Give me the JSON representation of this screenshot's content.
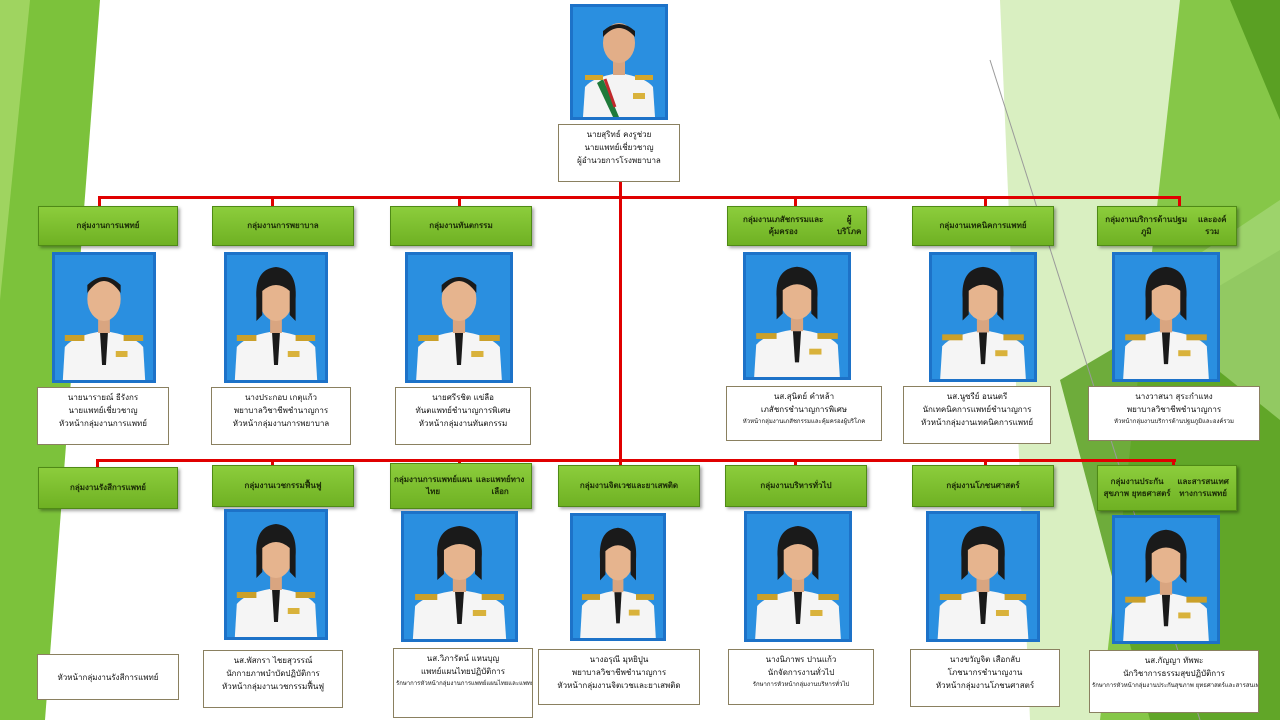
{
  "director": {
    "name": "นายสุริทธ์ คงรูช่วย",
    "position": "นายแพทย์เชี่ยวชาญ",
    "role": "ผู้อำนวยการโรงพยาบาล"
  },
  "row1": [
    {
      "dept": [
        "กลุ่มงานการแพทย์"
      ],
      "name": "นายนารายณ์ ธีรังกร",
      "position": "นายแพทย์เชี่ยวชาญ",
      "role": "หัวหน้ากลุ่มงานการแพทย์"
    },
    {
      "dept": [
        "กลุ่มงานการพยาบาล"
      ],
      "name": "นางประกอบ เกตุแก้ว",
      "position": "พยาบาลวิชาชีพชำนาญการ",
      "role": "หัวหน้ากลุ่มงานการพยาบาล"
    },
    {
      "dept": [
        "กลุ่มงานทันตกรรม"
      ],
      "name": "นายศรีรชิต แข่ลือ",
      "position": "ทันตแพทย์ชำนาญการพิเศษ",
      "role": "หัวหน้ากลุ่มงานทันตกรรม"
    },
    {
      "dept": [
        "กลุ่มงานเภสัชกรรมและคุ้มครอง",
        "ผู้บริโภค"
      ],
      "name": "นส.สุนิตย์ คำหล้า",
      "position": "เภสัชกรชำนาญการพิเศษ",
      "role": "หัวหน้ากลุ่มงานเภสัชกรรมและคุ้มครองผู้บริโภค"
    },
    {
      "dept": [
        "กลุ่มงานเทคนิคการแพทย์"
      ],
      "name": "นส.นูซรีย์ อนนตรี",
      "position": "นักเทคนิคการแพทย์ชำนาญการ",
      "role": "หัวหน้ากลุ่มงานเทคนิคการแพทย์"
    },
    {
      "dept": [
        "กลุ่มงานบริการด้านปฐมภูมิ",
        "และองค์รวม"
      ],
      "name": "นางวาสนา สุระกำแหง",
      "position": "พยาบาลวิชาชีพชำนาญการ",
      "role": "หัวหน้ากลุ่มงานบริการด้านปฐมภูมิและองค์รวม"
    }
  ],
  "row2": [
    {
      "dept": [
        "กลุ่มงานรังสีการแพทย์"
      ],
      "name": "",
      "position": "",
      "role": "หัวหน้ากลุ่มงานรังสีการแพทย์"
    },
    {
      "dept": [
        "กลุ่มงานเวชกรรมฟื้นฟู"
      ],
      "name": "นส.พัสกรา ไชยสุวรรณ์",
      "position": "นักกายภาพบำบัดปฏิบัติการ",
      "role": "หัวหน้ากลุ่มงานเวชกรรมฟื้นฟู"
    },
    {
      "dept": [
        "กลุ่มงานการแพทย์แผนไทย",
        "และแพทย์ทางเลือก"
      ],
      "name": "นส.วิภารัตน์ แหนบุญ",
      "position": "แพทย์แผนไทยปฏิบัติการ",
      "role": "รักษาการหัวหน้ากลุ่มงานการแพทย์แผนไทยและแพทย์ทางเลือก"
    },
    {
      "dept": [
        "กลุ่มงานจิตเวชและยาเสพติด"
      ],
      "name": "นางอรุณี มุหยิปูน",
      "position": "พยาบาลวิชาชีพชำนาญการ",
      "role": "หัวหน้ากลุ่มงานจิตเวชและยาเสพติด"
    },
    {
      "dept": [
        "กลุ่มงานบริหารทั่วไป"
      ],
      "name": "นางนิภาพร ปานแก้ว",
      "position": "นักจัดการงานทั่วไป",
      "role": "รักษาการหัวหน้ากลุ่มงานบริหารทั่วไป"
    },
    {
      "dept": [
        "กลุ่มงานโภชนศาสตร์"
      ],
      "name": "นางขวัญจิต เสือกลับ",
      "position": "โภชนากรชำนาญงาน",
      "role": "หัวหน้ากลุ่มงานโภชนศาสตร์"
    },
    {
      "dept": [
        "กลุ่มงานประกันสุขภาพ ยุทธศาสตร์",
        "และสารสนเทศทางการแพทย์"
      ],
      "name": "นส.กัญญา ทัพพะ",
      "position": "นักวิชาการธรรมสุขปฏิบัติการ",
      "role": "รักษาการหัวหน้ากลุ่มงานประกันสุขภาพ ยุทธศาสตร์และสารสนเทศทางการแพทย์"
    }
  ],
  "colors": {
    "connector": "#e00000",
    "dept_box": "#7cbf2c",
    "photo_border": "#1d72c8",
    "photo_bg": "#2a8fe0"
  }
}
